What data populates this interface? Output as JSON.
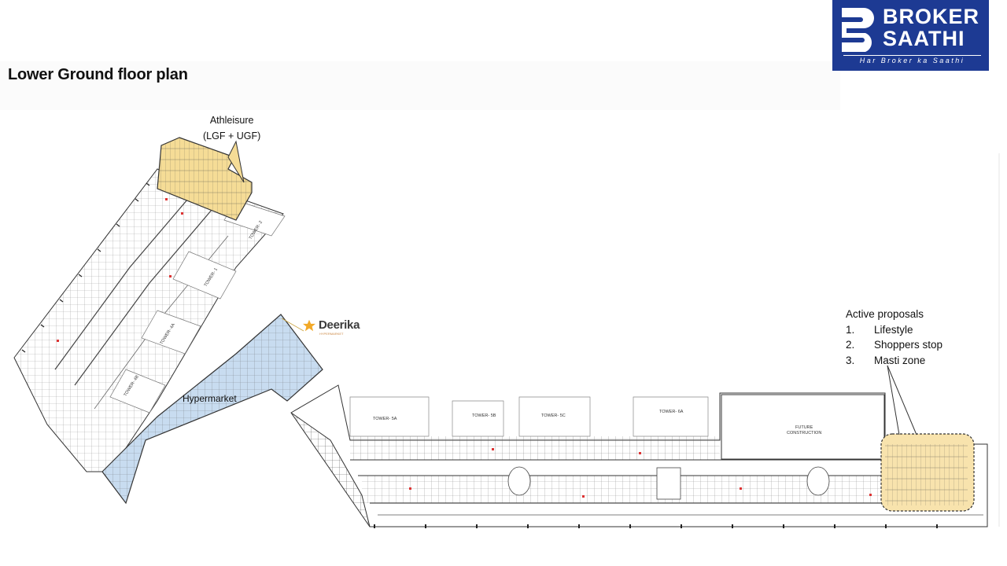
{
  "page_title": "Lower Ground floor plan",
  "logo": {
    "line1": "BROKER",
    "line2": "SAATHI",
    "tagline": "Har Broker ka Saathi",
    "background_color": "#1d3a93"
  },
  "callouts": {
    "athleisure": {
      "line1": "Athleisure",
      "line2": "(LGF + UGF)",
      "highlight_color": "#f5dc96"
    },
    "active_proposals": {
      "heading": "Active proposals",
      "items": [
        {
          "num": "1.",
          "label": "Lifestyle"
        },
        {
          "num": "2.",
          "label": "Shoppers stop"
        },
        {
          "num": "3.",
          "label": "Masti zone"
        }
      ],
      "highlight_color": "#f8e3ad"
    },
    "hypermarket": {
      "label": "Hypermarket",
      "highlight_color": "#c8dcf0"
    },
    "deerika": {
      "name": "Deerika",
      "subtitle": "HYPERMARKET",
      "icon": "star-icon"
    }
  },
  "towers": {
    "t2": "TOWER- 2",
    "t1": "TOWER- 1",
    "t4a": "TOWER- 4A",
    "t4b": "TOWER- 4B",
    "t5a": "TOWER- 5A",
    "t5b": "TOWER- 5B",
    "t5c": "TOWER- 5C",
    "t6a": "TOWER- 6A"
  },
  "future_construction": {
    "line1": "FUTURE",
    "line2": "CONSTRUCTION"
  }
}
